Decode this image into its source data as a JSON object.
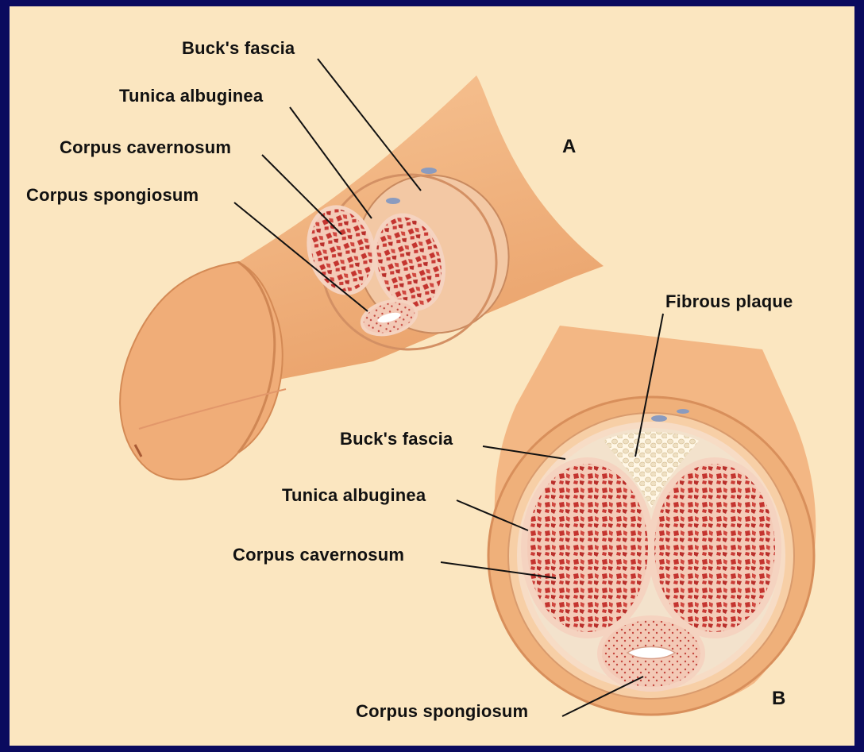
{
  "figure": {
    "labels_a": {
      "bucks_fascia": "Buck's fascia",
      "tunica_albuginea": "Tunica albuginea",
      "corpus_cavernosum": "Corpus cavernosum",
      "corpus_spongiosum": "Corpus spongiosum"
    },
    "labels_b": {
      "fibrous_plaque": "Fibrous plaque",
      "bucks_fascia": "Buck's fascia",
      "tunica_albuginea": "Tunica albuginea",
      "corpus_cavernosum": "Corpus cavernosum",
      "corpus_spongiosum": "Corpus spongiosum"
    },
    "panel_a_letter": "A",
    "panel_b_letter": "B"
  },
  "colors": {
    "border": "#0a0a5e",
    "background": "#fbe6c0",
    "skin": "#f2b47e",
    "tissue": "#c9403a",
    "tunica": "#f5d3c0"
  }
}
